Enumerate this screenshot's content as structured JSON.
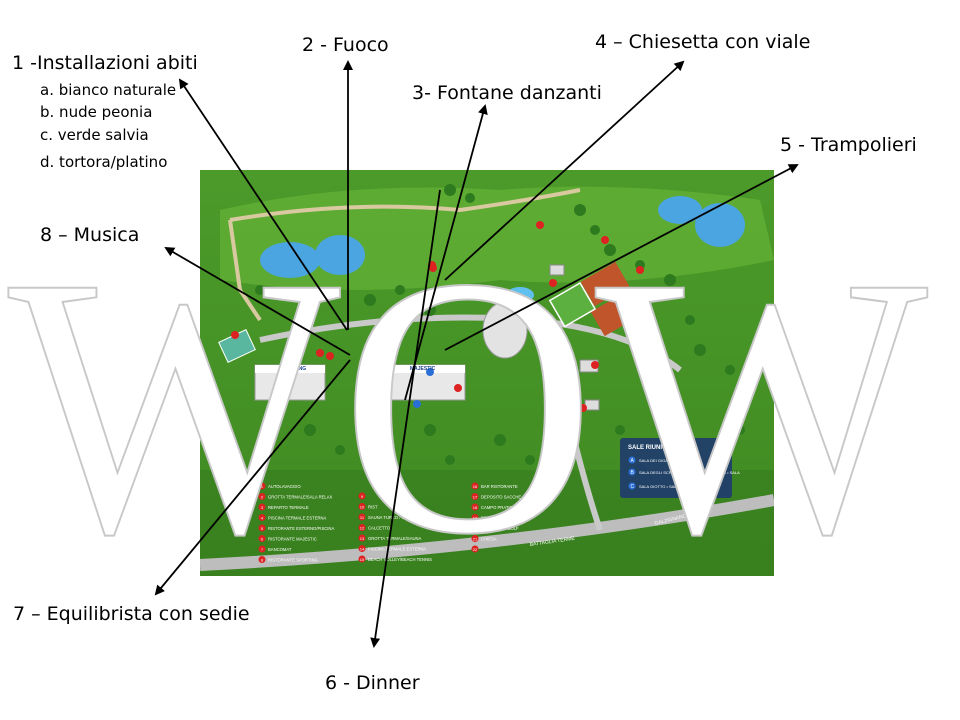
{
  "labels": {
    "l1": "1 -Installazioni abiti",
    "l1_items": [
      "a. bianco naturale",
      "b. nude peonia",
      "c. verde salvia",
      "d. tortora/platino"
    ],
    "l2": "2 - Fuoco",
    "l3": "3- Fontane danzanti",
    "l4": "4 – Chiesetta con viale",
    "l5": "5 - Trampolieri",
    "l6": "6 - Dinner",
    "l7": "7 – Equilibrista con sedie",
    "l8": "8 – Musica"
  },
  "overlay_text": "WOW",
  "map": {
    "legend_box_title": "SALE RIUNIONI",
    "legend_box_items": [
      {
        "code": "A",
        "text": "SALA DEI GIGANTI • SALA"
      },
      {
        "code": "B",
        "text": "SALA DEGLI SCROVEGNI • SALA PEDROCCHI • SALA"
      },
      {
        "code": "C",
        "text": "SALA GIOTTO • SALA PETR"
      }
    ],
    "legend_col1": [
      {
        "n": "1",
        "t": "AUTOLAVAGGIO"
      },
      {
        "n": "2",
        "t": "GROTTA TERMALE/SALA RELAX"
      },
      {
        "n": "3",
        "t": "REPARTO TERMALE"
      },
      {
        "n": "4",
        "t": "PISCINA TERMALE ESTERNA"
      },
      {
        "n": "5",
        "t": "RISTORANTE ESTERNO/PISCINA"
      },
      {
        "n": "6",
        "t": "RISTORANTE MAJESTIC"
      },
      {
        "n": "7",
        "t": "BANCOMAT"
      },
      {
        "n": "8",
        "t": "RISTORANTE SPORTING"
      }
    ],
    "legend_col2": [
      {
        "n": "9",
        "t": ""
      },
      {
        "n": "10",
        "t": "RIST"
      },
      {
        "n": "11",
        "t": "SAUNA TURCO / IDROMASSAGGIO"
      },
      {
        "n": "12",
        "t": "CALCETTO"
      },
      {
        "n": "13",
        "t": "GROTTA TERMALE/SAUNA"
      },
      {
        "n": "14",
        "t": "PISCINA TERMALE ESTERNA"
      },
      {
        "n": "15",
        "t": "BEACH VOLLEY/BEACH TENNIS"
      }
    ],
    "legend_col3": [
      {
        "n": "16",
        "t": "BAR RISTORANTE"
      },
      {
        "n": "17",
        "t": "DEPOSITO SACCHE GOLF"
      },
      {
        "n": "18",
        "t": "CAMPO PRATICA GOLF"
      },
      {
        "n": "19",
        "t": "RECEPTION TENNIS"
      },
      {
        "n": "20",
        "t": "SPOGLIATOI GOLF"
      },
      {
        "n": "21",
        "t": "CHIESA"
      },
      {
        "n": "22",
        "t": ""
      }
    ],
    "roads": [
      "BATTAGLIA TERME",
      "GALZIGNANO"
    ],
    "hotels": [
      "SPORTING",
      "MAJESTIC"
    ]
  }
}
